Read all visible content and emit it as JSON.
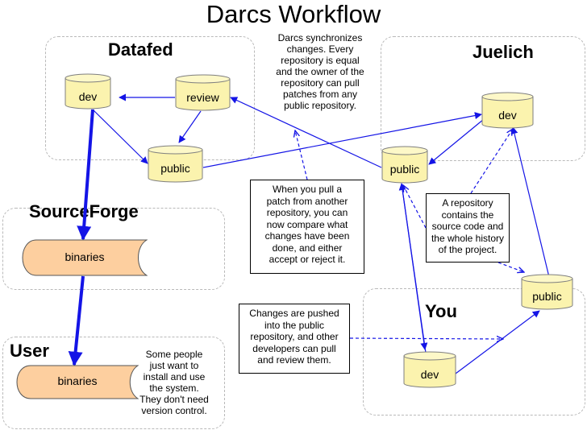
{
  "title": "Darcs Workflow",
  "colors": {
    "arrow": "#1414e6",
    "cylinder_fill": "#fbf3ae",
    "cylinder_stroke": "#7f7f7f",
    "scroll_fill": "#fdcf9f",
    "group_border": "#b9b9b9"
  },
  "groups": {
    "datafed": "Datafed",
    "juelich": "Juelich",
    "sourceforge": "SourceForge",
    "user": "User",
    "you": "You"
  },
  "repos": {
    "datafed_dev": "dev",
    "datafed_review": "review",
    "datafed_public": "public",
    "juelich_dev": "dev",
    "juelich_public": "public",
    "you_public": "public",
    "you_dev": "dev"
  },
  "binaries": {
    "sourceforge": "binaries",
    "user": "binaries"
  },
  "notes": {
    "sync": [
      "Darcs synchronizes",
      "changes. Every",
      "repository is equal",
      "and the owner of the",
      "repository can pull",
      "patches from any",
      "public repository."
    ],
    "pull": [
      "When you pull a",
      "patch from another",
      "repository, you can",
      "now compare what",
      "changes have been",
      "done, and either",
      "accept or reject it."
    ],
    "repository": [
      "A repository",
      "contains the",
      "source code and",
      "the whole history",
      "of the project."
    ],
    "pushed": [
      "Changes are pushed",
      "into the public",
      "repository, and other",
      "developers can pull",
      "and review them."
    ],
    "user": [
      "Some people",
      "just want to",
      "install and use",
      "the system.",
      "They don't need",
      "version control."
    ]
  }
}
